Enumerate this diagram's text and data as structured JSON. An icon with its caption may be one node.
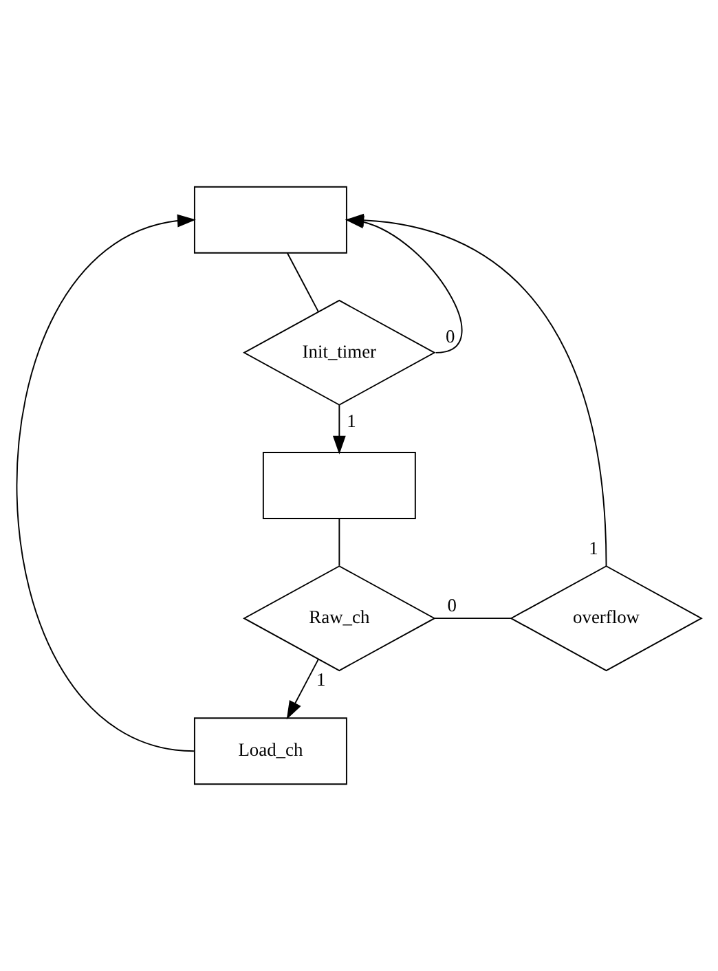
{
  "diagram": {
    "nodes": [
      {
        "text": [],
        "shape": "box"
      },
      {
        "text": [
          "Init_timer"
        ]
      },
      {
        "text": [],
        "shape": "box"
      },
      {
        "text": [
          "Raw_ch"
        ]
      },
      {
        "text": [
          "overflow"
        ]
      },
      {
        "text": [
          "Load_ch"
        ]
      }
    ],
    "edges": [
      {
        "from": 0,
        "to": 1,
        "arrow": "none"
      },
      {
        "from": 1,
        "to": 0,
        "label": "0",
        "arrow": "to"
      },
      {
        "from": 1,
        "to": 2,
        "label": "1",
        "arrow": "to"
      },
      {
        "from": 2,
        "to": 3,
        "arrow": "none"
      },
      {
        "from": 3,
        "to": 4,
        "label": "0",
        "arrow": "none"
      },
      {
        "from": 4,
        "to": 0,
        "label": "1",
        "arrow": "to"
      },
      {
        "from": 3,
        "to": 5,
        "label": "1",
        "arrow": "to"
      },
      {
        "from": 5,
        "to": 0,
        "arrow": "to"
      }
    ]
  }
}
